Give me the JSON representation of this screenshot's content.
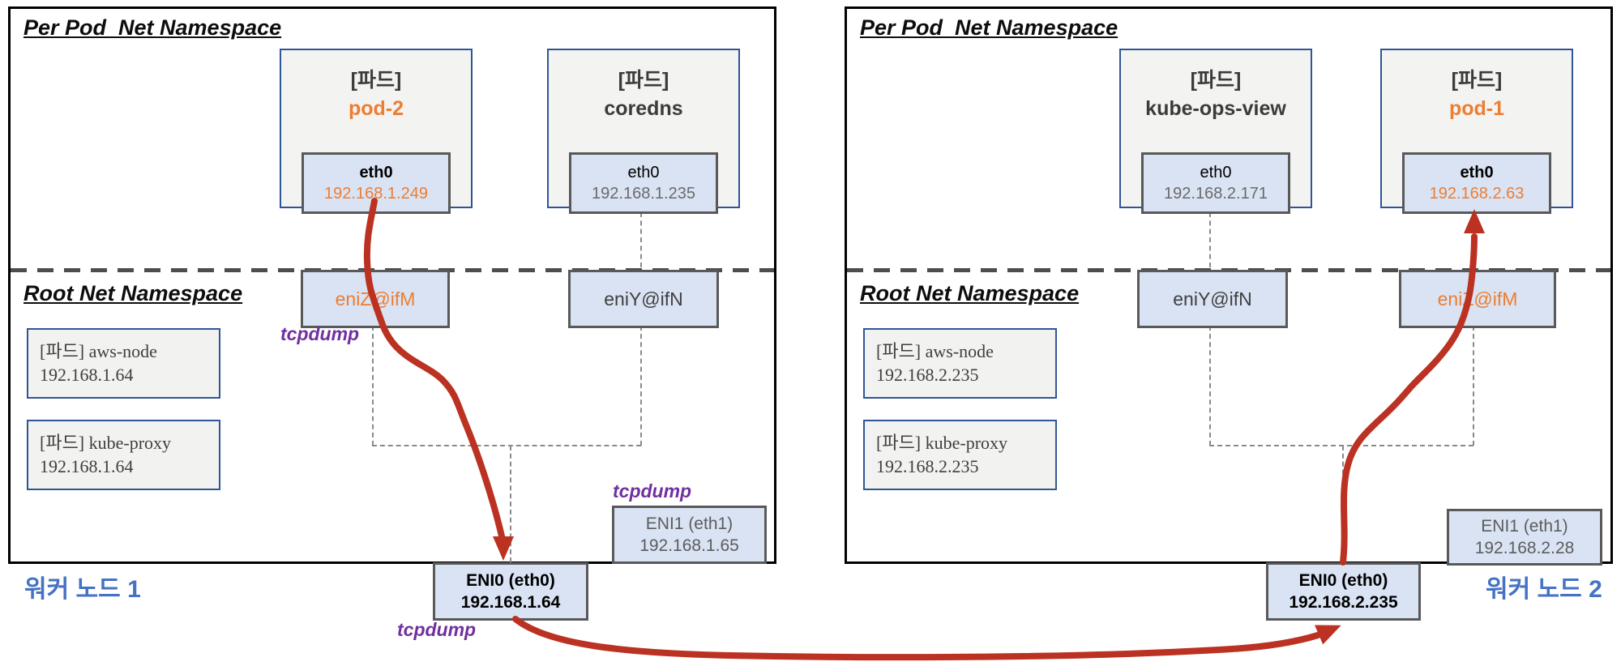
{
  "colors": {
    "accent_orange": "#ED7D31",
    "flow_red": "#BB3122",
    "tcpdump_purple": "#7030A0",
    "node_label_blue": "#4472C4",
    "interface_fill": "#DAE3F3",
    "pod_fill": "#F2F2F1",
    "pod_border_blue": "#2F5597",
    "box_border_gray": "#595959"
  },
  "tcpdump_label": "tcpdump",
  "nodes": [
    {
      "per_pod_namespace_title": "Per Pod  Net Namespace",
      "root_namespace_title": "Root Net Namespace",
      "node_label": "워커 노드 1",
      "pods": [
        {
          "tag": "[파드]",
          "name": "pod-2",
          "iface": "eth0",
          "ip": "192.168.1.249"
        },
        {
          "tag": "[파드]",
          "name": "coredns",
          "iface": "eth0",
          "ip": "192.168.1.235"
        }
      ],
      "root_pods": [
        {
          "line1": "[파드] aws-node",
          "line2": "192.168.1.64"
        },
        {
          "line1": "[파드] kube-proxy",
          "line2": "192.168.1.64"
        }
      ],
      "veths": [
        {
          "label": "eniZ@ifM"
        },
        {
          "label": "eniY@ifN"
        }
      ],
      "eni0": {
        "label": "ENI0 (eth0)",
        "ip": "192.168.1.64"
      },
      "eni1": {
        "label": "ENI1 (eth1)",
        "ip": "192.168.1.65"
      }
    },
    {
      "per_pod_namespace_title": "Per Pod  Net Namespace",
      "root_namespace_title": "Root Net Namespace",
      "node_label": "워커 노드 2",
      "pods": [
        {
          "tag": "[파드]",
          "name": "kube-ops-view",
          "iface": "eth0",
          "ip": "192.168.2.171"
        },
        {
          "tag": "[파드]",
          "name": "pod-1",
          "iface": "eth0",
          "ip": "192.168.2.63"
        }
      ],
      "root_pods": [
        {
          "line1": "[파드] aws-node",
          "line2": "192.168.2.235"
        },
        {
          "line1": "[파드] kube-proxy",
          "line2": "192.168.2.235"
        }
      ],
      "veths": [
        {
          "label": "eniY@ifN"
        },
        {
          "label": "eniZ@ifM"
        }
      ],
      "eni0": {
        "label": "ENI0 (eth0)",
        "ip": "192.168.2.235"
      },
      "eni1": {
        "label": "ENI1 (eth1)",
        "ip": "192.168.2.28"
      }
    }
  ]
}
